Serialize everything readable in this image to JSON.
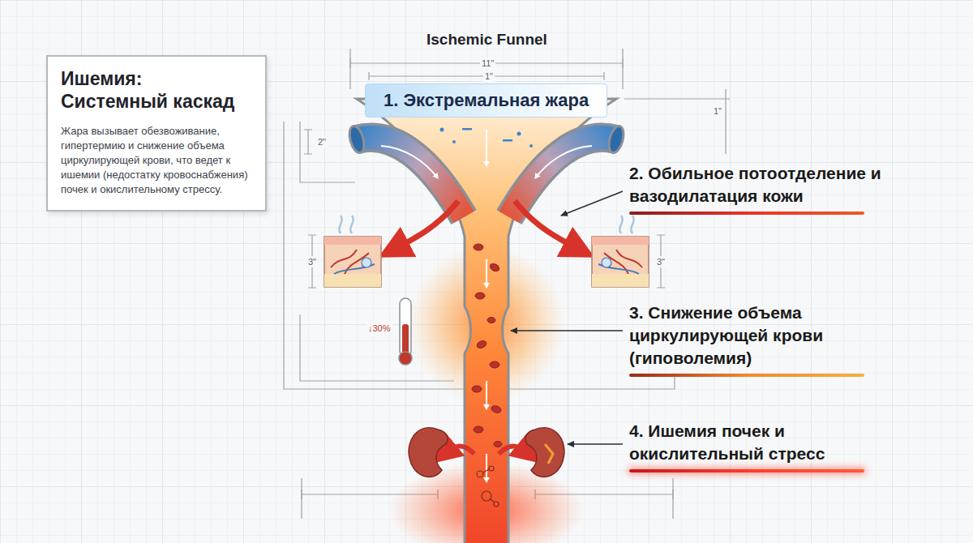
{
  "diagram": {
    "title": "Ischemic Funnel",
    "nodes": [
      {
        "text": [
          "Ишемия: Системный каскад",
          "Жара вызывает обезвоживание, гипертермию и снижение объема циркулирующей крови, что ведет к ишемии (недостатку кровоснабжения) почек и окислительному стрессу."
        ]
      },
      {
        "text": [
          "1. Экстремальная жара"
        ]
      }
    ],
    "labels": [
      "11\"",
      "1\"",
      "1\"",
      "2\"",
      "2. Обильное потоотделение и вазодилатация кожи",
      "3\"",
      "3\"",
      "↓30%",
      "3. Снижение объема циркулирующей крови (гиповолемия)",
      "4. Ишемия почек и окислительный стресс"
    ]
  }
}
